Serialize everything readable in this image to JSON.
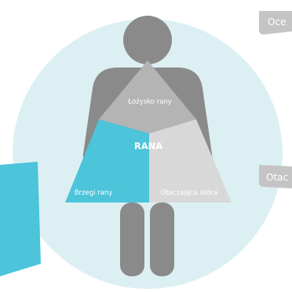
{
  "diagram": {
    "center_label": "RANA",
    "segments": [
      {
        "key": "wound_bed",
        "label": "Łożysko rany"
      },
      {
        "key": "wound_edges",
        "label": "Brzegi rany"
      },
      {
        "key": "surrounding_skin",
        "label": "Otaczająca skóra"
      }
    ],
    "side_tabs": [
      {
        "key": "top_right",
        "label": "Oce"
      },
      {
        "key": "middle_right",
        "label": "Otac"
      }
    ]
  },
  "colors": {
    "background": "#ffffff",
    "circle": "#dcf0f3",
    "figure": "#8a8a8a",
    "wound_bed": "#b4b4b4",
    "wound_edges": "#4cc4da",
    "surrounding_skin": "#d8d8d8",
    "side_tab": "#c4c4c4",
    "left_panel": "#4cc4da"
  }
}
